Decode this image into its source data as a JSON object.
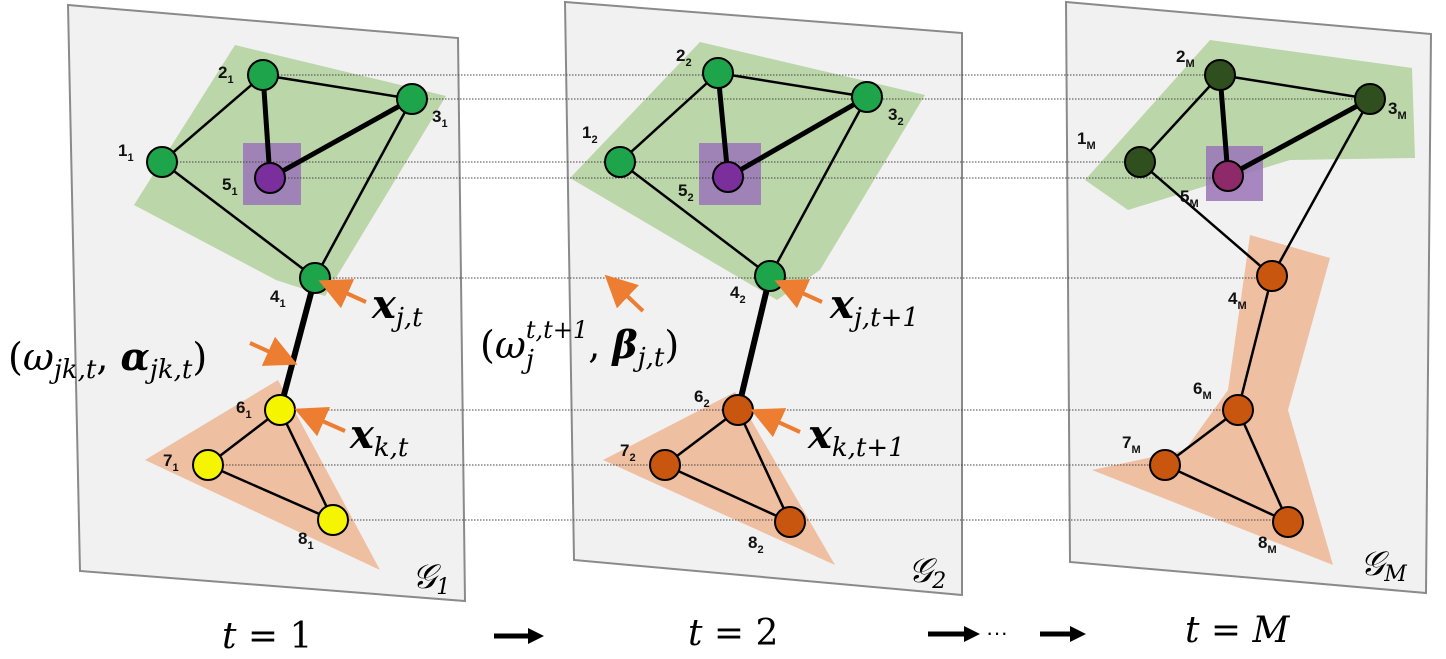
{
  "colors": {
    "panel_fill": "#f1f1f1",
    "panel_stroke": "#8a8a8a",
    "cluster_green": "#b5d3a1",
    "cluster_orange": "#eeb999",
    "highlight_purple": "#9b74b8",
    "node_green": "#1ea44b",
    "node_dark_green": "#2f4f1e",
    "node_purple": "#7a2f9c",
    "node_magenta": "#8e2a6a",
    "node_yellow": "#f5f500",
    "node_orange": "#c9560f",
    "arrow_orange": "#ed7d31"
  },
  "graphs": [
    {
      "name_base": "𝒢",
      "name_sub": "1",
      "nodes": [
        {
          "id": "1",
          "sub": "1"
        },
        {
          "id": "2",
          "sub": "1"
        },
        {
          "id": "3",
          "sub": "1"
        },
        {
          "id": "4",
          "sub": "1"
        },
        {
          "id": "5",
          "sub": "1"
        },
        {
          "id": "6",
          "sub": "1"
        },
        {
          "id": "7",
          "sub": "1"
        },
        {
          "id": "8",
          "sub": "1"
        }
      ]
    },
    {
      "name_base": "𝒢",
      "name_sub": "2",
      "nodes": [
        {
          "id": "1",
          "sub": "2"
        },
        {
          "id": "2",
          "sub": "2"
        },
        {
          "id": "3",
          "sub": "2"
        },
        {
          "id": "4",
          "sub": "2"
        },
        {
          "id": "5",
          "sub": "2"
        },
        {
          "id": "6",
          "sub": "2"
        },
        {
          "id": "7",
          "sub": "2"
        },
        {
          "id": "8",
          "sub": "2"
        }
      ]
    },
    {
      "name_base": "𝒢",
      "name_sub": "M",
      "nodes": [
        {
          "id": "1",
          "sub": "M"
        },
        {
          "id": "2",
          "sub": "M"
        },
        {
          "id": "3",
          "sub": "M"
        },
        {
          "id": "4",
          "sub": "M"
        },
        {
          "id": "5",
          "sub": "M"
        },
        {
          "id": "6",
          "sub": "M"
        },
        {
          "id": "7",
          "sub": "M"
        },
        {
          "id": "8",
          "sub": "M"
        }
      ]
    }
  ],
  "annotations": {
    "edge_attr": {
      "open": "(",
      "w": "ω",
      "w_sub": "jk,t",
      "sep": ", ",
      "a": "α",
      "a_sub": "jk,t",
      "close": ")"
    },
    "node_attr_j1": {
      "x": "x",
      "sub": "j,t"
    },
    "node_attr_k1": {
      "x": "x",
      "sub": "k,t"
    },
    "temporal_attr": {
      "open": "(",
      "w": "ω",
      "w_sub": "j",
      "w_sup": "t,t+1",
      "sep": ", ",
      "b": "β",
      "b_sub": "j,t",
      "close": ")"
    },
    "node_attr_j2": {
      "x": "x",
      "sub": "j,t+1"
    },
    "node_attr_k2": {
      "x": "x",
      "sub": "k,t+1"
    }
  },
  "time_labels": {
    "t1": {
      "var": "t",
      "eq": " = ",
      "val": "1"
    },
    "t2": {
      "var": "t",
      "eq": " = ",
      "val": "2"
    },
    "tM": {
      "var": "t",
      "eq": " = ",
      "val": "M"
    },
    "ellipsis": "···"
  }
}
